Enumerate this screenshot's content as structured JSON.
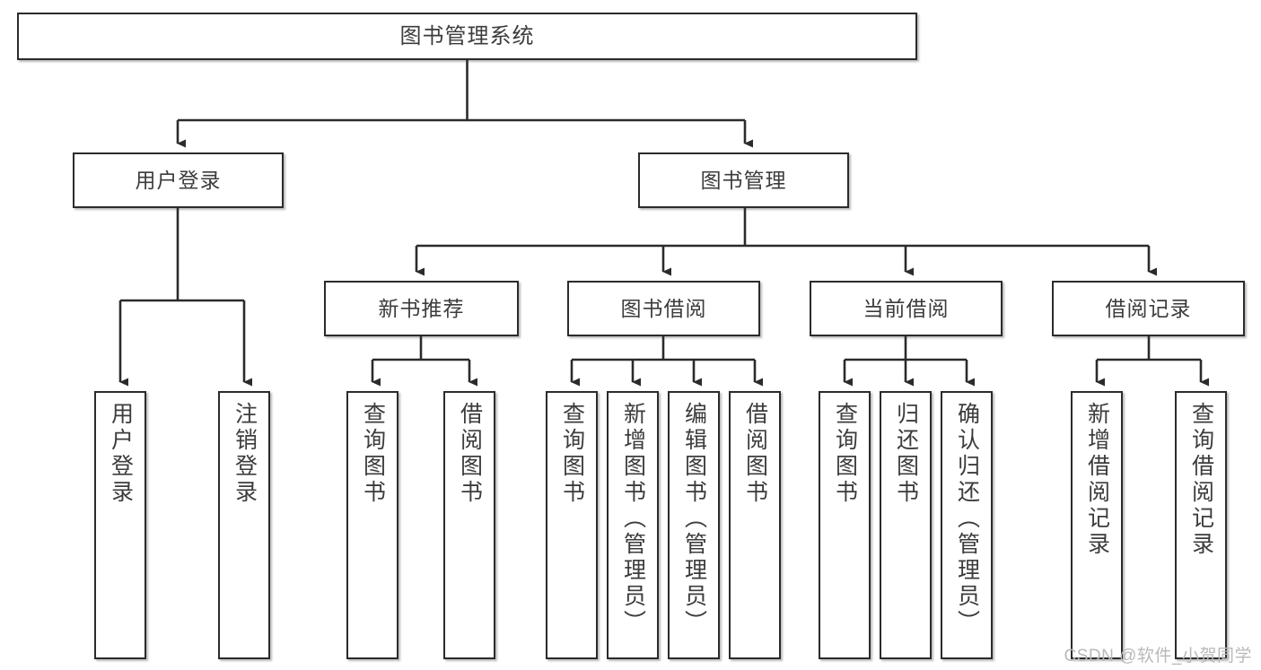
{
  "diagram": {
    "title": "图书管理系统",
    "type": "tree-hierarchy",
    "watermark": "CSDN @软件_小贺同学",
    "colors": {
      "box_border": "#2b2b2b",
      "box_fill": "#ffffff",
      "text": "#3c3c3c",
      "connector": "#2b2b2b",
      "watermark": "#b9b9b9",
      "background": "#ffffff"
    }
  },
  "nodes": {
    "root": {
      "label": "图书管理系统"
    },
    "level2": [
      {
        "id": "user-login",
        "label": "用户登录"
      },
      {
        "id": "book-manage",
        "label": "图书管理"
      }
    ],
    "level3": [
      {
        "id": "new-book-recommend",
        "label": "新书推荐"
      },
      {
        "id": "book-borrow",
        "label": "图书借阅"
      },
      {
        "id": "current-borrow",
        "label": "当前借阅"
      },
      {
        "id": "borrow-record",
        "label": "借阅记录"
      }
    ],
    "leaves": [
      {
        "id": "leaf-user-login",
        "label": "用户登录",
        "parent": "user-login"
      },
      {
        "id": "leaf-logout-login",
        "label": "注销登录",
        "parent": "user-login"
      },
      {
        "id": "leaf-query-book-1",
        "label": "查询图书",
        "parent": "new-book-recommend"
      },
      {
        "id": "leaf-borrow-book-1",
        "label": "借阅图书",
        "parent": "new-book-recommend"
      },
      {
        "id": "leaf-query-book-2",
        "label": "查询图书",
        "parent": "book-borrow"
      },
      {
        "id": "leaf-add-book",
        "label": "新增图书（管理员）",
        "parent": "book-borrow"
      },
      {
        "id": "leaf-edit-book",
        "label": "编辑图书（管理员）",
        "parent": "book-borrow"
      },
      {
        "id": "leaf-borrow-book-2",
        "label": "借阅图书",
        "parent": "book-borrow"
      },
      {
        "id": "leaf-query-book-3",
        "label": "查询图书",
        "parent": "current-borrow"
      },
      {
        "id": "leaf-return-book",
        "label": "归还图书",
        "parent": "current-borrow"
      },
      {
        "id": "leaf-confirm-return",
        "label": "确认归还（管理员）",
        "parent": "current-borrow"
      },
      {
        "id": "leaf-add-record",
        "label": "新增借阅记录",
        "parent": "borrow-record"
      },
      {
        "id": "leaf-query-record",
        "label": "查询借阅记录",
        "parent": "borrow-record"
      }
    ]
  }
}
